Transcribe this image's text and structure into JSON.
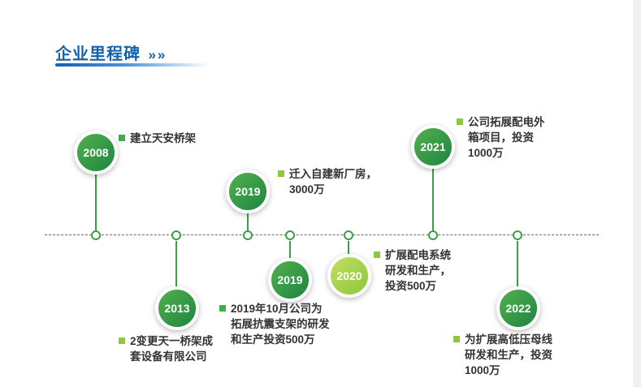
{
  "header": {
    "title": "企业里程碑",
    "arrows": "»»"
  },
  "colors": {
    "title_blue": "#1261ad",
    "connector_green": "#3f9d49",
    "timeline_dash": "#5f6f5f",
    "dark_circle_gradient": "linear-gradient(135deg,#53b04e,#1d8540)",
    "light_circle_gradient": "linear-gradient(135deg,#c0e060,#8cc63f)"
  },
  "milestones": [
    {
      "year": "2008",
      "side": "above",
      "text": "建立天安桥架",
      "bullet_color": "#3fae49",
      "circle_bg": "linear-gradient(135deg,#53b04e,#1d8540)"
    },
    {
      "year": "2019",
      "side": "above",
      "text": "迁入自建新厂房，\n3000万",
      "bullet_color": "#8dc63f",
      "circle_bg": "linear-gradient(135deg,#53b04e,#1d8540)"
    },
    {
      "year": "2021",
      "side": "above",
      "text": "公司拓展配电外\n箱项目，投资\n1000万",
      "bullet_color": "#8dc63f",
      "circle_bg": "linear-gradient(135deg,#53b04e,#1d8540)"
    },
    {
      "year": "2013",
      "side": "below",
      "text": "2变更天一桥架成\n套设备有限公司",
      "bullet_color": "#8dc63f",
      "circle_bg": "linear-gradient(135deg,#53b04e,#1d8540)"
    },
    {
      "year": "2019",
      "side": "below",
      "text": "2019年10月公司为\n拓展抗震支架的研发\n和生产投资500万",
      "bullet_color": "#3fae49",
      "circle_bg": "linear-gradient(135deg,#53b04e,#1d8540)"
    },
    {
      "year": "2020",
      "side": "below",
      "text": "扩展配电系统\n研发和生产，\n投资500万",
      "bullet_color": "#8dc63f",
      "circle_bg": "linear-gradient(135deg,#c0e060,#8cc63f)"
    },
    {
      "year": "2022",
      "side": "below",
      "text": "为扩展高低压母线\n研发和生产，投资\n1000万",
      "bullet_color": "#8dc63f",
      "circle_bg": "linear-gradient(135deg,#53b04e,#1d8540)"
    }
  ]
}
